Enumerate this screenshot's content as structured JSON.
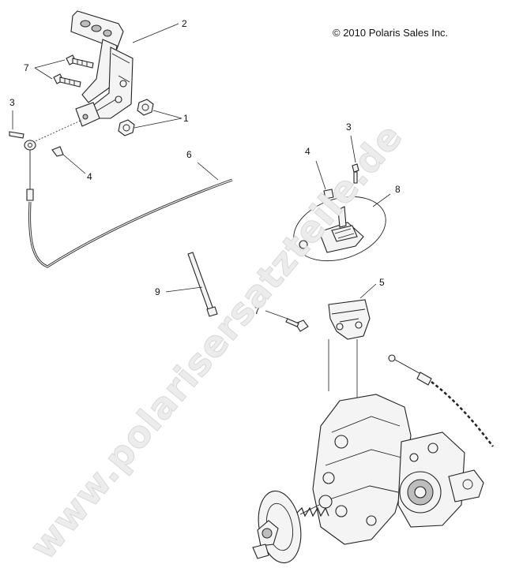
{
  "diagram": {
    "copyright": "© 2010 Polaris Sales Inc.",
    "watermark": "www.polarisersatzteile.de",
    "callouts": {
      "c1": "1",
      "c2": "2",
      "c3a": "3",
      "c3b": "3",
      "c4a": "4",
      "c4b": "4",
      "c5": "5",
      "c6": "6",
      "c7a": "7",
      "c7b": "7",
      "c8": "8",
      "c9": "9"
    }
  }
}
